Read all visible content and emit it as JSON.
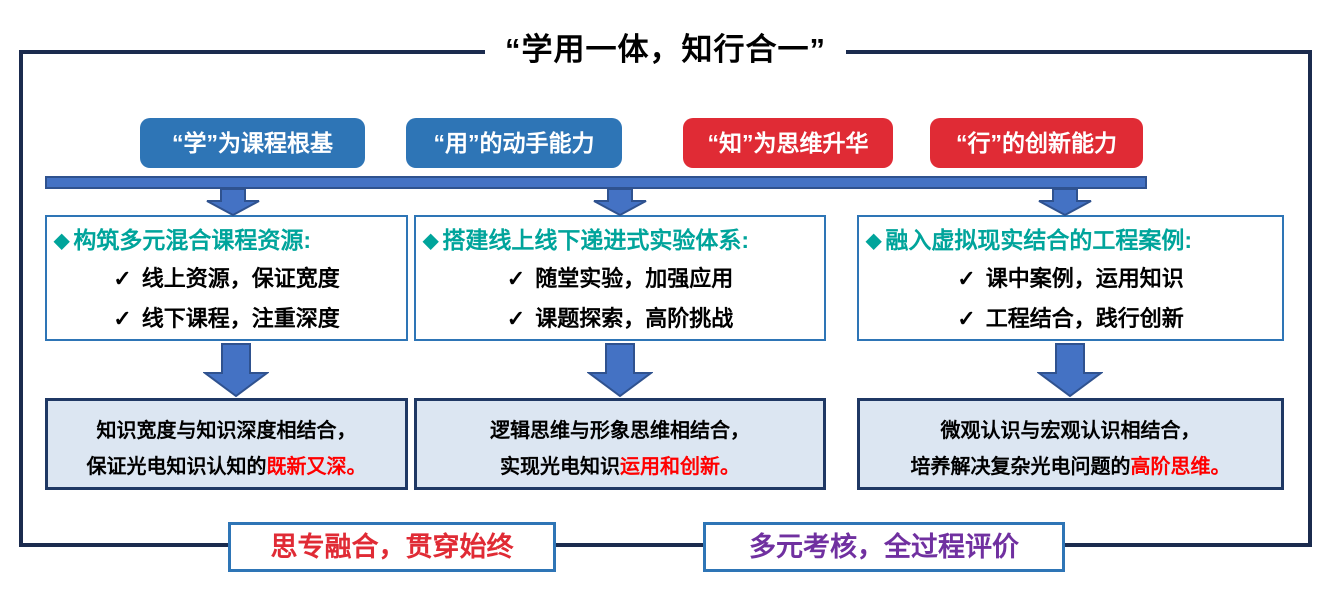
{
  "title": "“学用一体，知行合一”",
  "icons": {
    "diamond": "◆",
    "check": "✓"
  },
  "colors": {
    "frame_border": "#1b2b4e",
    "pill_blue": "#2e75b6",
    "pill_red": "#e02b35",
    "bar_fill": "#4472c4",
    "arrow_fill": "#4472c4",
    "arrow_border": "#2f528f",
    "heading_teal": "#00a49b",
    "summary_bg": "#dce6f2",
    "summary_border": "#1f3864",
    "highlight_red": "#ff0000",
    "banner1_text_red": "#e02b35",
    "banner2_text_purple": "#7030a0"
  },
  "pills": [
    {
      "label": "“学”为课程根基",
      "color": "#2e75b6"
    },
    {
      "label": "“用”的动手能力",
      "color": "#2e75b6"
    },
    {
      "label": "“知”为思维升华",
      "color": "#e02b35"
    },
    {
      "label": "“行”的创新能力",
      "color": "#e02b35"
    }
  ],
  "columns": [
    {
      "heading": "构筑多元混合课程资源:",
      "items": [
        "线上资源，保证宽度",
        "线下课程，注重深度"
      ],
      "result_line1": "知识宽度与知识深度相结合，",
      "result_line2_prefix": "保证光电知识认知的",
      "result_line2_highlight": "既新又深。"
    },
    {
      "heading": "搭建线上线下递进式实验体系:",
      "items": [
        "随堂实验，加强应用",
        "课题探索，高阶挑战"
      ],
      "result_line1": "逻辑思维与形象思维相结合，",
      "result_line2_prefix": "实现光电知识",
      "result_line2_highlight": "运用和创新。"
    },
    {
      "heading": "融入虚拟现实结合的工程案例:",
      "items": [
        "课中案例，运用知识",
        "工程结合，践行创新"
      ],
      "result_line1": "微观认识与宏观认识相结合，",
      "result_line2_prefix": "培养解决复杂光电问题的",
      "result_line2_highlight": "高阶思维。"
    }
  ],
  "banners": [
    {
      "label": "思专融合，贯穿始终"
    },
    {
      "label": "多元考核，全过程评价"
    }
  ]
}
